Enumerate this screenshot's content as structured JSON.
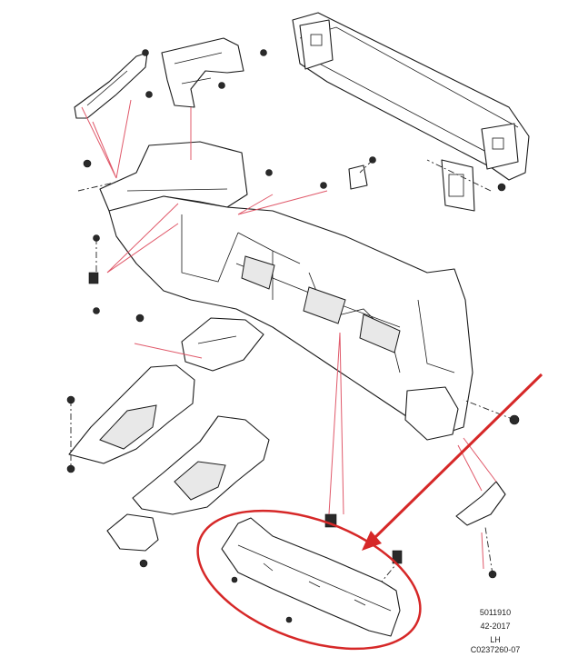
{
  "reference": {
    "part_number": "5011910",
    "issue": "42-2017",
    "side": "LH",
    "code": "C0237260-07"
  },
  "colors": {
    "line": "#1a1a1a",
    "leader": "#e0596a",
    "highlight": "#d62828",
    "background": "#ffffff"
  }
}
